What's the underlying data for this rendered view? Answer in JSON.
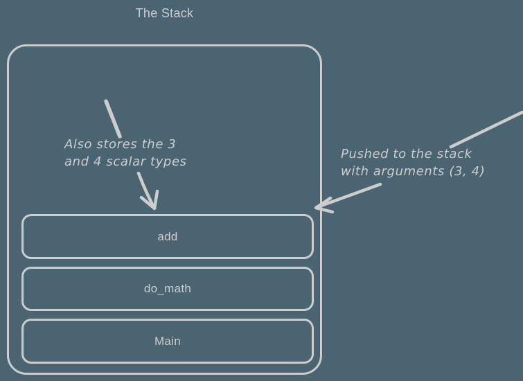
{
  "title": "The Stack",
  "stack": {
    "frames": [
      {
        "label": "add"
      },
      {
        "label": "do_math"
      },
      {
        "label": "Main"
      }
    ]
  },
  "annotations": {
    "scalar_note": {
      "line1": "Also stores the 3",
      "line2": "and 4 scalar types"
    },
    "push_note": {
      "line1": "Pushed to the stack",
      "line2": "with arguments (3, 4)"
    }
  },
  "colors": {
    "background": "#4a6471",
    "stroke": "#cdcdcd",
    "text": "#cdcdcd"
  }
}
